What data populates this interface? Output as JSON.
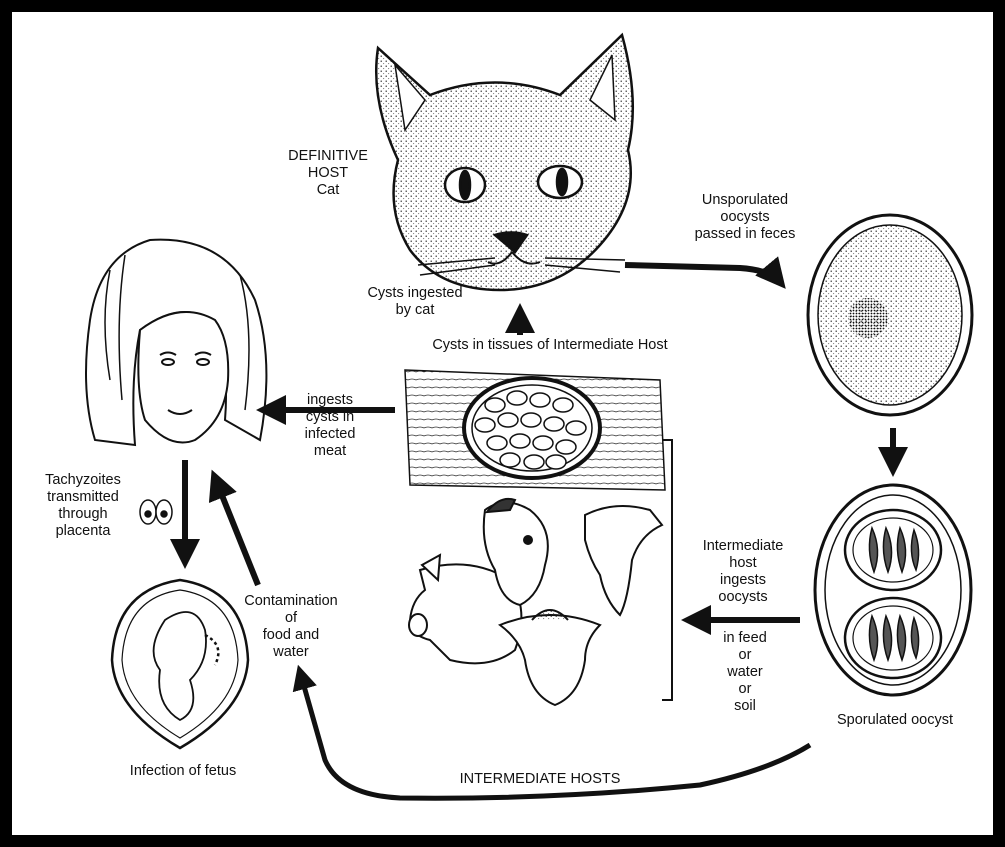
{
  "labels": {
    "definitive_host": [
      "DEFINITIVE",
      "HOST",
      "Cat"
    ],
    "unsporulated": [
      "Unsporulated",
      "oocysts",
      "passed in feces"
    ],
    "cysts_ingested": [
      "Cysts ingested",
      "by cat"
    ],
    "cysts_in_tissues": "Cysts in tissues of Intermediate Host",
    "ingests_cysts": [
      "ingests",
      "cysts in",
      "infected",
      "meat"
    ],
    "tachyzoites": [
      "Tachyzoites",
      "transmitted",
      "through",
      "placenta"
    ],
    "contamination": [
      "Contamination",
      "of",
      "food and",
      "water"
    ],
    "intermediate_host_ingests": [
      "Intermediate",
      "host",
      "ingests",
      "oocysts"
    ],
    "in_feed": [
      "in feed",
      "or",
      "water",
      "or",
      "soil"
    ],
    "sporulated": "Sporulated oocyst",
    "infection_fetus": "Infection of fetus",
    "intermediate_hosts": "INTERMEDIATE HOSTS"
  },
  "colors": {
    "ink": "#111111",
    "paper": "#ffffff",
    "border": "#000000"
  }
}
